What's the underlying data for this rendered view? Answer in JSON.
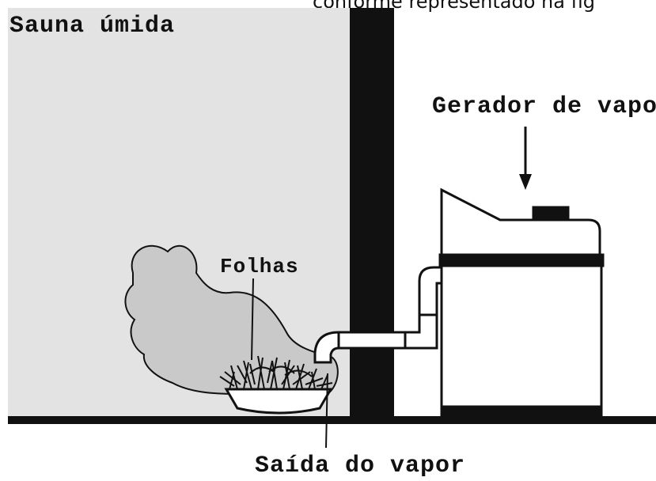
{
  "caption": "conforme representado na fig",
  "labels": {
    "room": "Sauna úmida",
    "generator": "Gerador de vapor",
    "leaves": "Folhas",
    "vapor_outlet": "Saída do vapor"
  },
  "colors": {
    "room_fill": "#e3e3e3",
    "cloud_fill": "#c9c9c9",
    "ink": "#111111",
    "paper": "#ffffff"
  }
}
